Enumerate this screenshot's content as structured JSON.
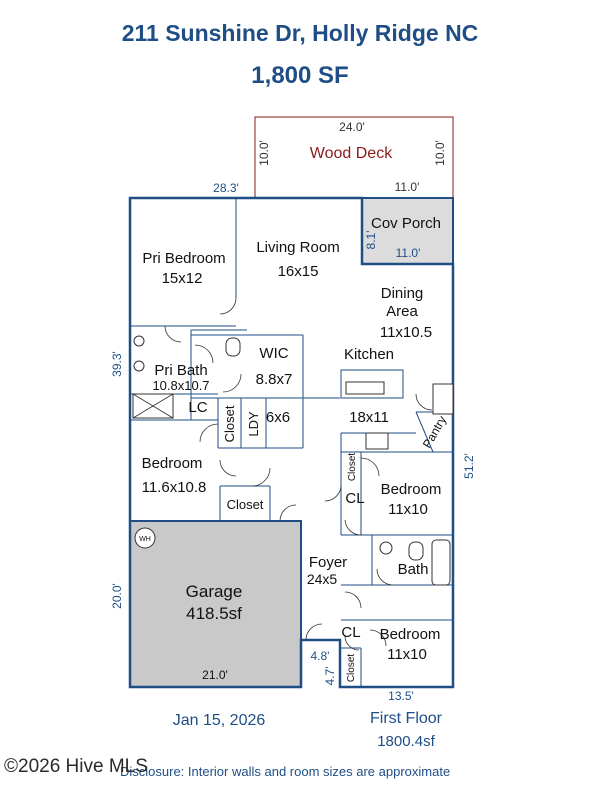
{
  "header": {
    "address": "211 Sunshine Dr, Holly Ridge NC",
    "square_feet": "1,800 SF"
  },
  "deck": {
    "name": "Wood Deck",
    "dim_top": "24.0'",
    "dim_left": "10.0'",
    "dim_right": "10.0'",
    "dim_bottom": "11.0'"
  },
  "porch": {
    "name": "Cov Porch",
    "dim_side": "8.1'",
    "dim_bottom": "11.0'"
  },
  "rooms": {
    "pri_bedroom": {
      "name": "Pri Bedroom",
      "size": "15x12"
    },
    "living_room": {
      "name": "Living Room",
      "size": "16x15"
    },
    "dining": {
      "name1": "Dining",
      "name2": "Area",
      "size": "11x10.5"
    },
    "wic": {
      "name": "WIC",
      "size": "8.8x7"
    },
    "pri_bath": {
      "name": "Pri Bath",
      "size": "10.8x10.7"
    },
    "lc": "LC",
    "closet_v1": "Closet",
    "ldy": "LDY",
    "ldy_size": "6x6",
    "kitchen": {
      "name": "Kitchen",
      "size": "18x11"
    },
    "pantry": "Pantry",
    "bedroom2": {
      "name": "Bedroom",
      "size": "11.6x10.8"
    },
    "closet_b2": "Closet",
    "closet_v2": "Closet",
    "cl1": "CL",
    "bedroom3": {
      "name": "Bedroom",
      "size": "11x10"
    },
    "foyer": {
      "name": "Foyer",
      "size": "24x5"
    },
    "bath": "Bath",
    "garage": {
      "name": "Garage",
      "size": "418.5sf"
    },
    "wh": "WH",
    "cl2": "CL",
    "closet_v3": "Closet",
    "bedroom4": {
      "name": "Bedroom",
      "size": "11x10"
    }
  },
  "dimensions": {
    "top_left": "28.3'",
    "left_top": "39.3'",
    "right": "51.2'",
    "garage_left": "20.0'",
    "garage_bottom": "21.0'",
    "entry_w": "4.8'",
    "entry_h": "4.7'",
    "bottom_right": "13.5'"
  },
  "footer": {
    "date": "Jan 15, 2026",
    "floor": "First Floor",
    "floor_area": "1800.4sf",
    "watermark": "©2026 Hive MLS",
    "disclosure": "Disclosure: Interior walls and room sizes are approximate"
  },
  "colors": {
    "exterior_wall": "#1f4e86",
    "garage_fill": "#c9c9c9",
    "porch_fill": "#dcdcdc",
    "deck_border": "#8b1a1a",
    "text_blue": "#1f4e86"
  }
}
